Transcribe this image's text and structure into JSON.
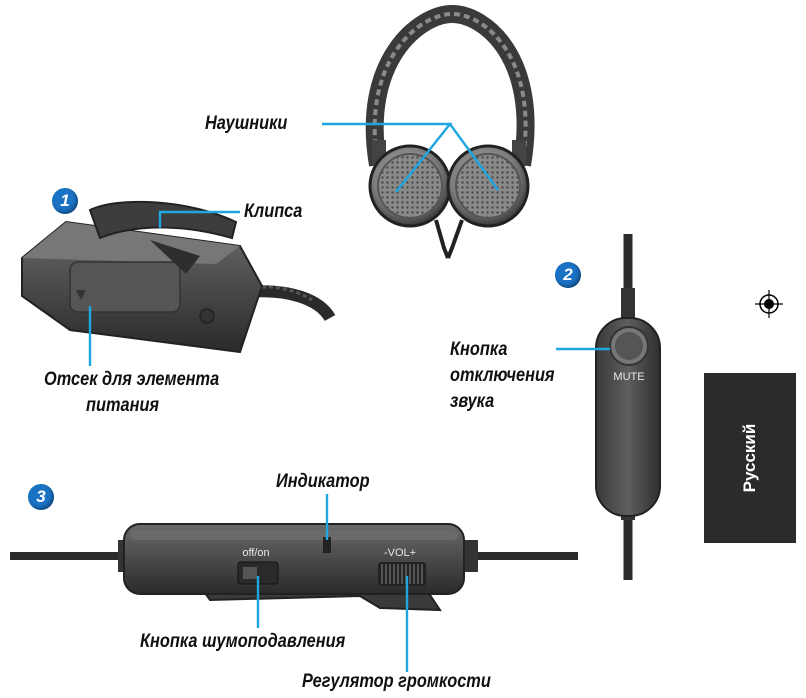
{
  "labels": {
    "headphones": "Наушники",
    "clip": "Клипса",
    "battery_line1": "Отсек для элемента",
    "battery_line2": "питания",
    "mute_line1": "Кнопка",
    "mute_line2": "отключения",
    "mute_line3": "звука",
    "indicator": "Индикатор",
    "noise_cancel_button": "Кнопка шумоподавления",
    "volume_control": "Регулятор громкости"
  },
  "badges": [
    "1",
    "2",
    "3"
  ],
  "device_print": {
    "mute": "MUTE",
    "power": "off/on",
    "volume": "-VOL+"
  },
  "language_tab": "Русский",
  "colors": {
    "callout_line": "#1ea6e0",
    "badge": "#1a72c4",
    "device_body": "#4a4a4a",
    "language_tab": "#2b2b2b"
  }
}
